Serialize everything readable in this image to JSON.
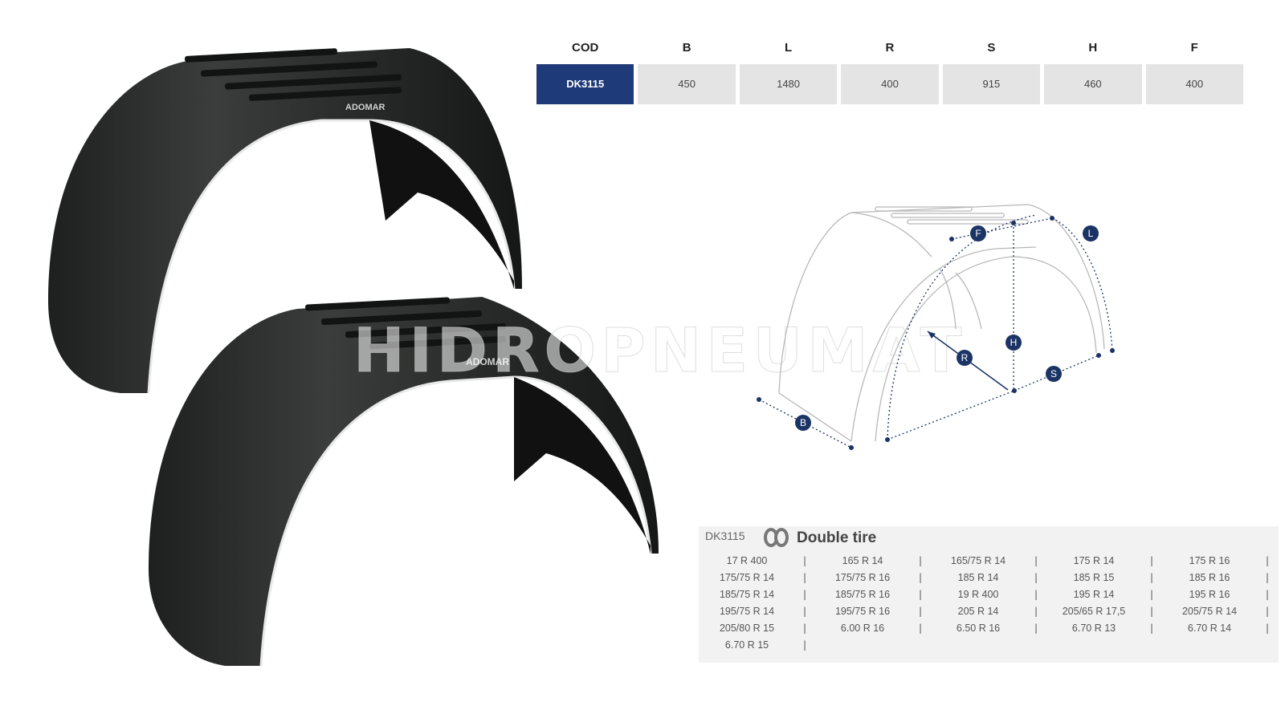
{
  "spec_table": {
    "headers": [
      "COD",
      "B",
      "L",
      "R",
      "S",
      "H",
      "F"
    ],
    "values": [
      "DK3115",
      "450",
      "1480",
      "400",
      "915",
      "460",
      "400"
    ]
  },
  "photo": {
    "brand_top": "ADOMAR",
    "brand_bottom": "ADOMAR"
  },
  "watermark": "HIDROPNEUMAT",
  "diagram": {
    "labels": [
      "F",
      "L",
      "R",
      "H",
      "S",
      "B"
    ]
  },
  "tires": {
    "code": "DK3115",
    "title": "Double tire",
    "rows": [
      [
        "17 R 400",
        "165 R 14",
        "165/75 R 14",
        "175 R 14",
        "175 R 16"
      ],
      [
        "175/75 R 14",
        "175/75 R 16",
        "185 R 14",
        "185 R 15",
        "185 R 16"
      ],
      [
        "185/75 R 14",
        "185/75 R 16",
        "19 R 400",
        "195 R 14",
        "195 R 16"
      ],
      [
        "195/75 R 14",
        "195/75 R 16",
        "205 R 14",
        "205/65 R 17,5",
        "205/75 R 14"
      ],
      [
        "205/80 R 15",
        "6.00 R 16",
        "6.50 R 16",
        "6.70 R 13",
        "6.70 R 14"
      ],
      [
        "6.70 R 15"
      ]
    ]
  },
  "colors": {
    "accent": "#1f3a78",
    "cell_bg": "#e4e4e4",
    "fender": "#2a2d2b"
  }
}
